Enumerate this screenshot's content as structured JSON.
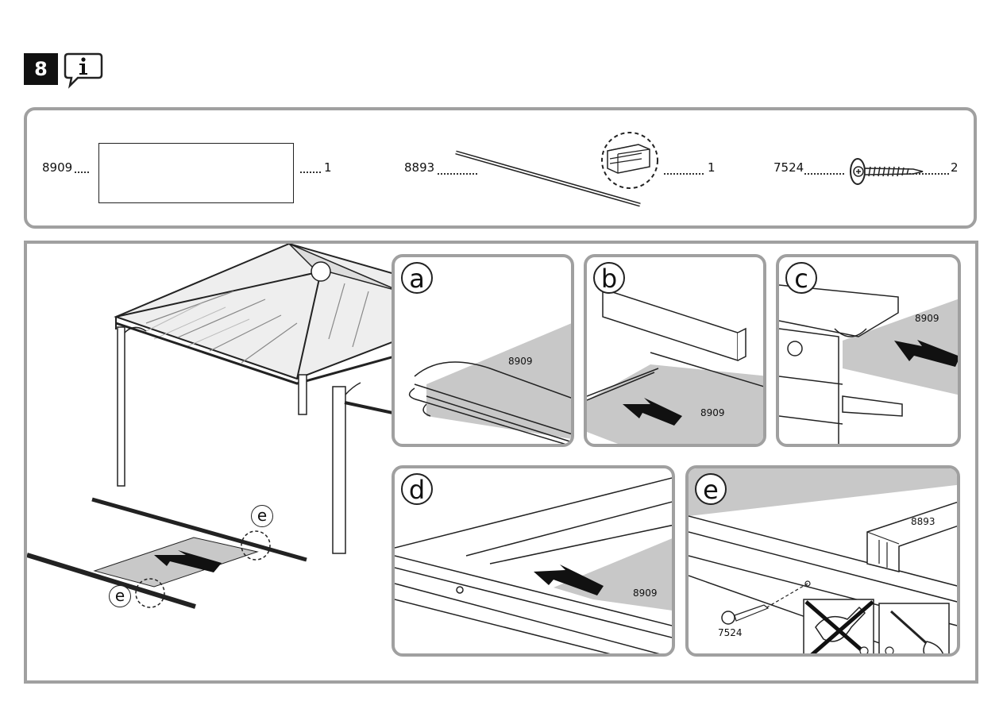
{
  "header": {
    "step_number": "8"
  },
  "parts": [
    {
      "code": "8909",
      "qty": "1",
      "icon": "panel-sheet"
    },
    {
      "code": "8893",
      "qty": "1",
      "icon": "profile-bar"
    },
    {
      "code": "7524",
      "qty": "2",
      "icon": "screw"
    }
  ],
  "overview": {
    "callout_top": "e",
    "callout_bottom": "e"
  },
  "panels": {
    "a": {
      "letter": "a",
      "label": "8909"
    },
    "b": {
      "letter": "b",
      "label": "8909"
    },
    "c": {
      "letter": "c",
      "label": "8909"
    },
    "d": {
      "letter": "d",
      "label": "8909"
    },
    "e": {
      "letter": "e",
      "label_profile": "8893",
      "label_screw": "7524"
    }
  },
  "colors": {
    "border": "#a0a0a0",
    "sheet": "#c8c8c8",
    "arrow": "#111111"
  }
}
